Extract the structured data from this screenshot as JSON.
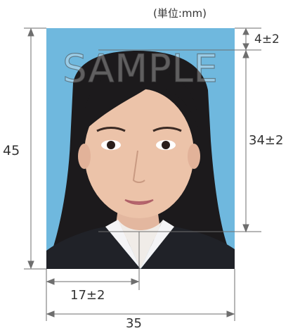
{
  "unit_label": "(単位:mm)",
  "dimensions": {
    "photo_height": "45",
    "top_margin": "4±2",
    "face_height": "34±2",
    "chin_to_left_edge": "17±2",
    "photo_width": "35"
  },
  "watermark": "SAMPLE",
  "colors": {
    "photo_background": "#6fb8de",
    "dimension_lines": "#6e6e6e",
    "text": "#333333"
  }
}
